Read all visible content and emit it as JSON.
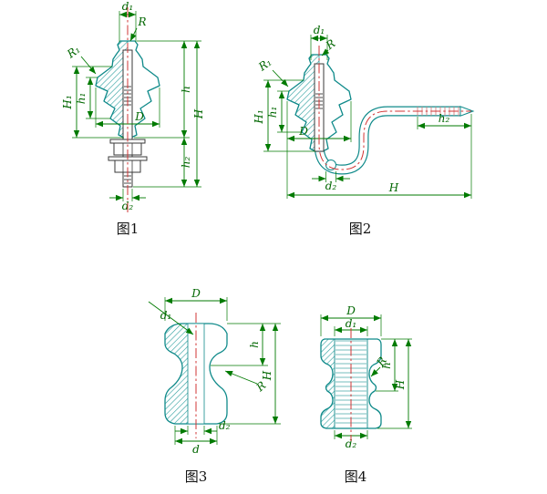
{
  "drawing": {
    "colors": {
      "dimension_line": "#007a00",
      "dimension_text": "#006600",
      "body_outline": "#0f8a8a",
      "hatch": "#2a9d9d",
      "centerline": "#d23434",
      "hardware_outline": "#3a3a3a",
      "caption_text": "#111111",
      "background": "#ffffff"
    },
    "fig1": {
      "caption": "图1",
      "labels": {
        "d1": "d₁",
        "R": "R",
        "R1": "R₁",
        "h1": "h₁",
        "H1": "H₁",
        "D": "D",
        "h": "h",
        "H": "H",
        "h2": "h₂",
        "d2": "d₂"
      }
    },
    "fig2": {
      "caption": "图2",
      "labels": {
        "d1": "d₁",
        "R": "R",
        "R1": "R₁",
        "h1": "h₁",
        "H1": "H₁",
        "D": "D",
        "h2": "h₂",
        "d2": "d₂",
        "H": "H"
      }
    },
    "fig3": {
      "caption": "图3",
      "labels": {
        "D": "D",
        "d1": "d₁",
        "h": "h",
        "H": "H",
        "R": "R",
        "d2": "d₂",
        "d": "d"
      }
    },
    "fig4": {
      "caption": "图4",
      "labels": {
        "D": "D",
        "d1": "d₁",
        "R": "R",
        "h": "h",
        "H": "H",
        "d2": "d₂"
      }
    }
  }
}
